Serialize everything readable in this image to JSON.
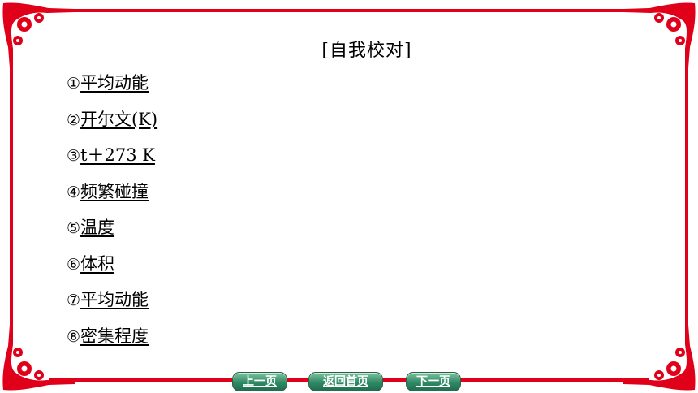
{
  "title": "[自我校对]",
  "answers": [
    {
      "num": "①",
      "text": "平均动能"
    },
    {
      "num": "②",
      "text": "开尔文(K)"
    },
    {
      "num": "③",
      "text": "t＋273 K"
    },
    {
      "num": "④",
      "text": "频繁碰撞"
    },
    {
      "num": "⑤",
      "text": "温度"
    },
    {
      "num": "⑥",
      "text": "体积"
    },
    {
      "num": "⑦",
      "text": "平均动能"
    },
    {
      "num": "⑧",
      "text": "密集程度"
    }
  ],
  "nav": {
    "prev": "上一页",
    "home": "返回首页",
    "next": "下一页"
  },
  "colors": {
    "frame": "#e0001a",
    "button": "#2f8a66"
  }
}
